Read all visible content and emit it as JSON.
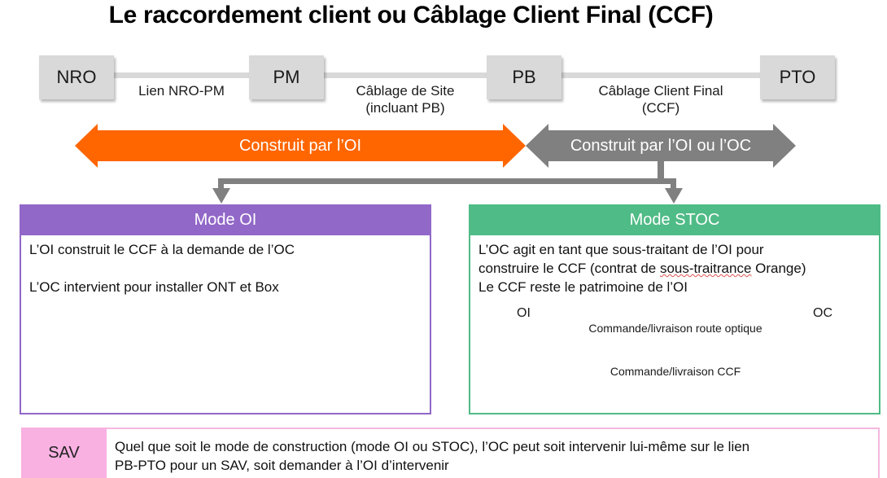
{
  "title": "Le raccordement client ou Câblage Client Final (CCF)",
  "chain": {
    "nodes": [
      {
        "label": "NRO"
      },
      {
        "label": "PM"
      },
      {
        "label": "PB"
      },
      {
        "label": "PTO"
      }
    ],
    "segments": [
      {
        "line1": "Lien NRO-PM",
        "line2": ""
      },
      {
        "line1": "Câblage de Site",
        "line2": "(incluant PB)"
      },
      {
        "line1": "Câblage Client Final",
        "line2": "(CCF)"
      }
    ],
    "line_color": "#d9d9d9"
  },
  "construction": {
    "oi_only": {
      "label": "Construit par l’OI",
      "color": "#ff6600"
    },
    "oi_or_oc": {
      "label": "Construit par l’OI ou l’OC",
      "color": "#808080"
    }
  },
  "modes": {
    "oi": {
      "title": "Mode OI",
      "color": "#9167c8",
      "lines": [
        "L’OI construit le CCF à la demande de l’OC",
        "L’OC intervient pour installer ONT et Box"
      ]
    },
    "stoc": {
      "title": "Mode STOC",
      "color": "#4fbb86",
      "line1": "L’OC agit en tant que sous-traitant de l’OI pour",
      "line2_pre": "construire le CCF (contrat de ",
      "line2_flagged": "sous-traitrance",
      "line2_post": " Orange)",
      "line3": "Le CCF reste le patrimoine de l’OI",
      "sequence": {
        "left_actor": "OI",
        "right_actor": "OC",
        "groups": [
          {
            "label": "Commande/livraison route optique",
            "color": "#f07c2a",
            "arrows": [
              "to-left",
              "to-right"
            ]
          },
          {
            "label": "Commande/livraison CCF",
            "color": "#4fbb86",
            "arrows": [
              "to-right",
              "to-left"
            ]
          }
        ]
      }
    }
  },
  "sav": {
    "label": "SAV",
    "label_color": "#f9b1e2",
    "text_line1": "Quel que soit le mode de construction (mode OI ou STOC), l’OC peut soit intervenir lui-même sur le lien",
    "text_line2": "PB-PTO pour un SAV, soit demander à l’OI d’intervenir"
  }
}
